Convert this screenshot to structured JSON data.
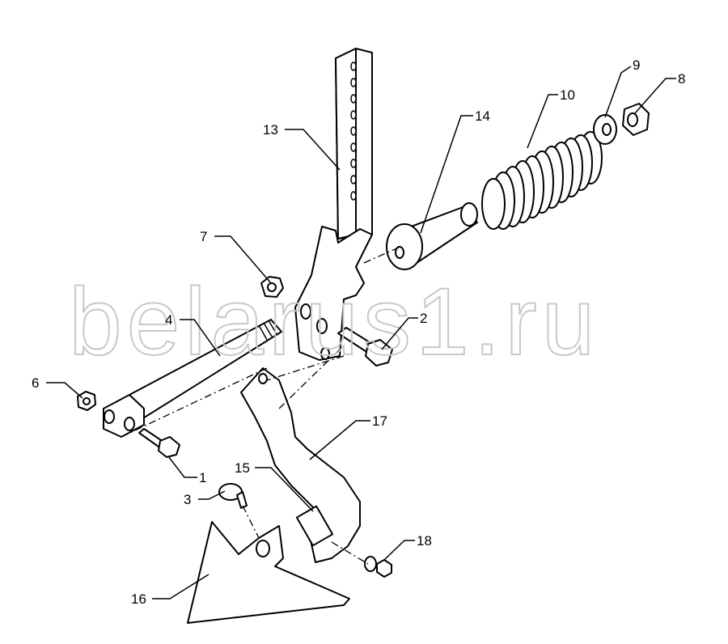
{
  "watermark": "belarus1.ru",
  "callouts": {
    "c1": "1",
    "c2": "2",
    "c3": "3",
    "c4": "4",
    "c6": "6",
    "c7": "7",
    "c8": "8",
    "c9": "9",
    "c10": "10",
    "c13": "13",
    "c14": "14",
    "c15": "15",
    "c16": "16",
    "c17": "17",
    "c18": "18"
  }
}
